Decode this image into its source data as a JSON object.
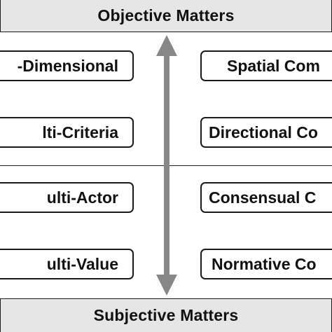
{
  "top_band": {
    "label": "Objective Matters"
  },
  "bottom_band": {
    "label": "Subjective Matters"
  },
  "left_boxes": [
    {
      "label": "-Dimensional"
    },
    {
      "label": "lti-Criteria"
    },
    {
      "label": "ulti-Actor"
    },
    {
      "label": "ulti-Value"
    }
  ],
  "right_boxes": [
    {
      "label": "Spatial Com"
    },
    {
      "label": "Directional Co"
    },
    {
      "label": "Consensual C"
    },
    {
      "label": "Normative Co"
    }
  ],
  "colors": {
    "band_fill": "#e6e6e6",
    "arrow": "#888888",
    "border": "#1a1a1a"
  }
}
